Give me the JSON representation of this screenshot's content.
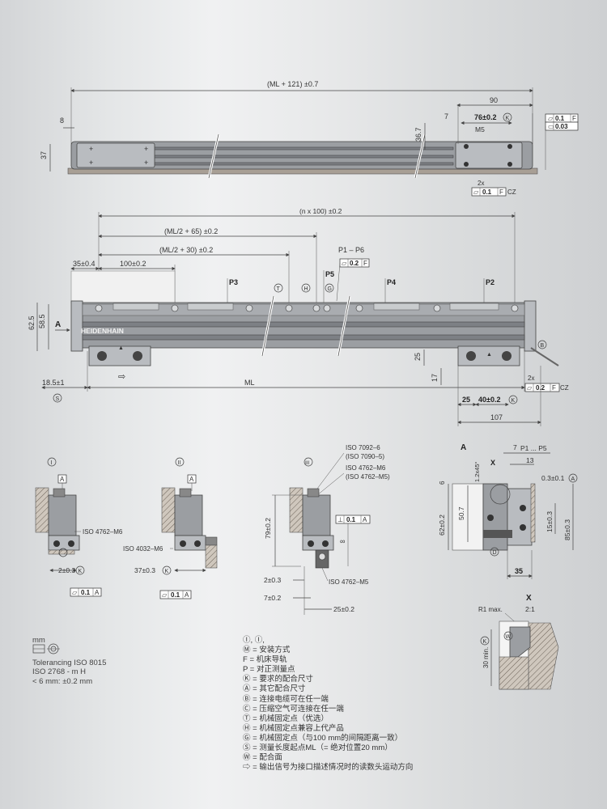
{
  "top_view": {
    "overall_dim": "(ML + 121) ±0.7",
    "dim_8": "8",
    "dim_37": "37",
    "dim_90": "90",
    "dim_7": "7",
    "dim_76": "76±0.2",
    "dim_m5": "M5",
    "dim_36_7": "36.7",
    "flatness_1": "0.1",
    "flatness_1_ref": "F",
    "flatness_2": "0.03",
    "note_2x": "2x",
    "tol_2x": "0.1",
    "tol_2x_ref": "F",
    "tol_2x_suffix": "CZ"
  },
  "main_view": {
    "dim_n100": "(n x 100) ±0.2",
    "dim_ml2_65": "(ML/2 + 65) ±0.2",
    "dim_ml2_30": "(ML/2 + 30) ±0.2",
    "dim_35": "35±0.4",
    "dim_100": "100±0.2",
    "p1_p6": "P1 – P6",
    "tol_p": "0.2",
    "tol_p_ref": "F",
    "label_p1": "P1",
    "label_p3": "P3",
    "label_p5": "P5",
    "label_p4": "P4",
    "label_p2": "P2",
    "label_t": "T",
    "label_h": "H",
    "label_g": "G",
    "dim_62_5": "62.5",
    "dim_58_5": "58.5",
    "arrow_a": "A",
    "brand": "HEIDENHAIN",
    "dim_18_5": "18.5±1",
    "label_s": "S",
    "dim_ml": "ML",
    "dim_25v": "25",
    "dim_17v": "17",
    "label_b": "B",
    "dim_25": "25",
    "dim_40": "40±0.2",
    "dim_107": "107",
    "note_2x": "2x",
    "tol_2x": "0.2",
    "tol_2x_ref": "F",
    "tol_2x_suffix": "CZ"
  },
  "detail_i": {
    "roman": "I",
    "ref": "A",
    "iso": "ISO 4762–M6",
    "dim": "2±0.3",
    "tol": "0.1",
    "tol_ref": "A"
  },
  "detail_ii": {
    "roman": "II",
    "ref": "A",
    "iso": "ISO 4032–M6",
    "dim": "37±0.3",
    "tol": "0.1",
    "tol_ref": "A"
  },
  "detail_iii": {
    "roman": "III",
    "iso1": "ISO 7092–6",
    "iso2": "(ISO 7090–5)",
    "iso3": "ISO 4762–M6",
    "iso4": "(ISO 4762–M5)",
    "iso5": "ISO 4762–M5",
    "tol": "0.1",
    "tol_ref": "A",
    "dim_79": "79±0.2",
    "dim_2": "2±0.3",
    "dim_7": "7±0.2",
    "dim_25": "25±0.2",
    "inf": "∞"
  },
  "detail_a": {
    "title": "A",
    "x": "X",
    "dim_7": "7",
    "dim_p1p5": "P1 ... P5",
    "dim_13": "13",
    "dim_6": "6",
    "dim_1_2x45": "1.2x45°",
    "dim_0_3": "0.3±0.1",
    "ref_a": "A",
    "dim_50_7": "50.7",
    "dim_62": "62±0.2",
    "dim_15": "15±0.3",
    "dim_85": "85±0.3",
    "label_d": "D",
    "dim_35": "35"
  },
  "detail_x": {
    "title": "X",
    "scale": "2:1",
    "r1": "R1 max.",
    "dim_30": "30 min.",
    "label_w": "W"
  },
  "info": {
    "unit": "mm",
    "tol_line1": "Tolerancing ISO 8015",
    "tol_line2": "ISO 2768 - m H",
    "tol_line3": "< 6 mm: ±0.2 mm"
  },
  "legend": {
    "head": "Ⓘ, Ⓘ,",
    "items": [
      "Ⓜ = 安装方式",
      "F = 机床导轨",
      "P = 对正测量点",
      "Ⓚ = 要求的配合尺寸",
      "Ⓐ = 其它配合尺寸",
      "Ⓑ = 连接电缆可在任一端",
      "Ⓒ = 压缩空气可连接在任一端",
      "Ⓣ = 机械固定点（优选）",
      "Ⓗ = 机械固定点兼容上代产品",
      "Ⓖ = 机械固定点（与100 mm的间隔距离一致）",
      "Ⓢ = 测量长度起点ML（= 绝对位置20 mm）",
      "Ⓦ = 配合面",
      "⇨ = 输出信号为接口描述情况时的读数头运动方向"
    ]
  }
}
